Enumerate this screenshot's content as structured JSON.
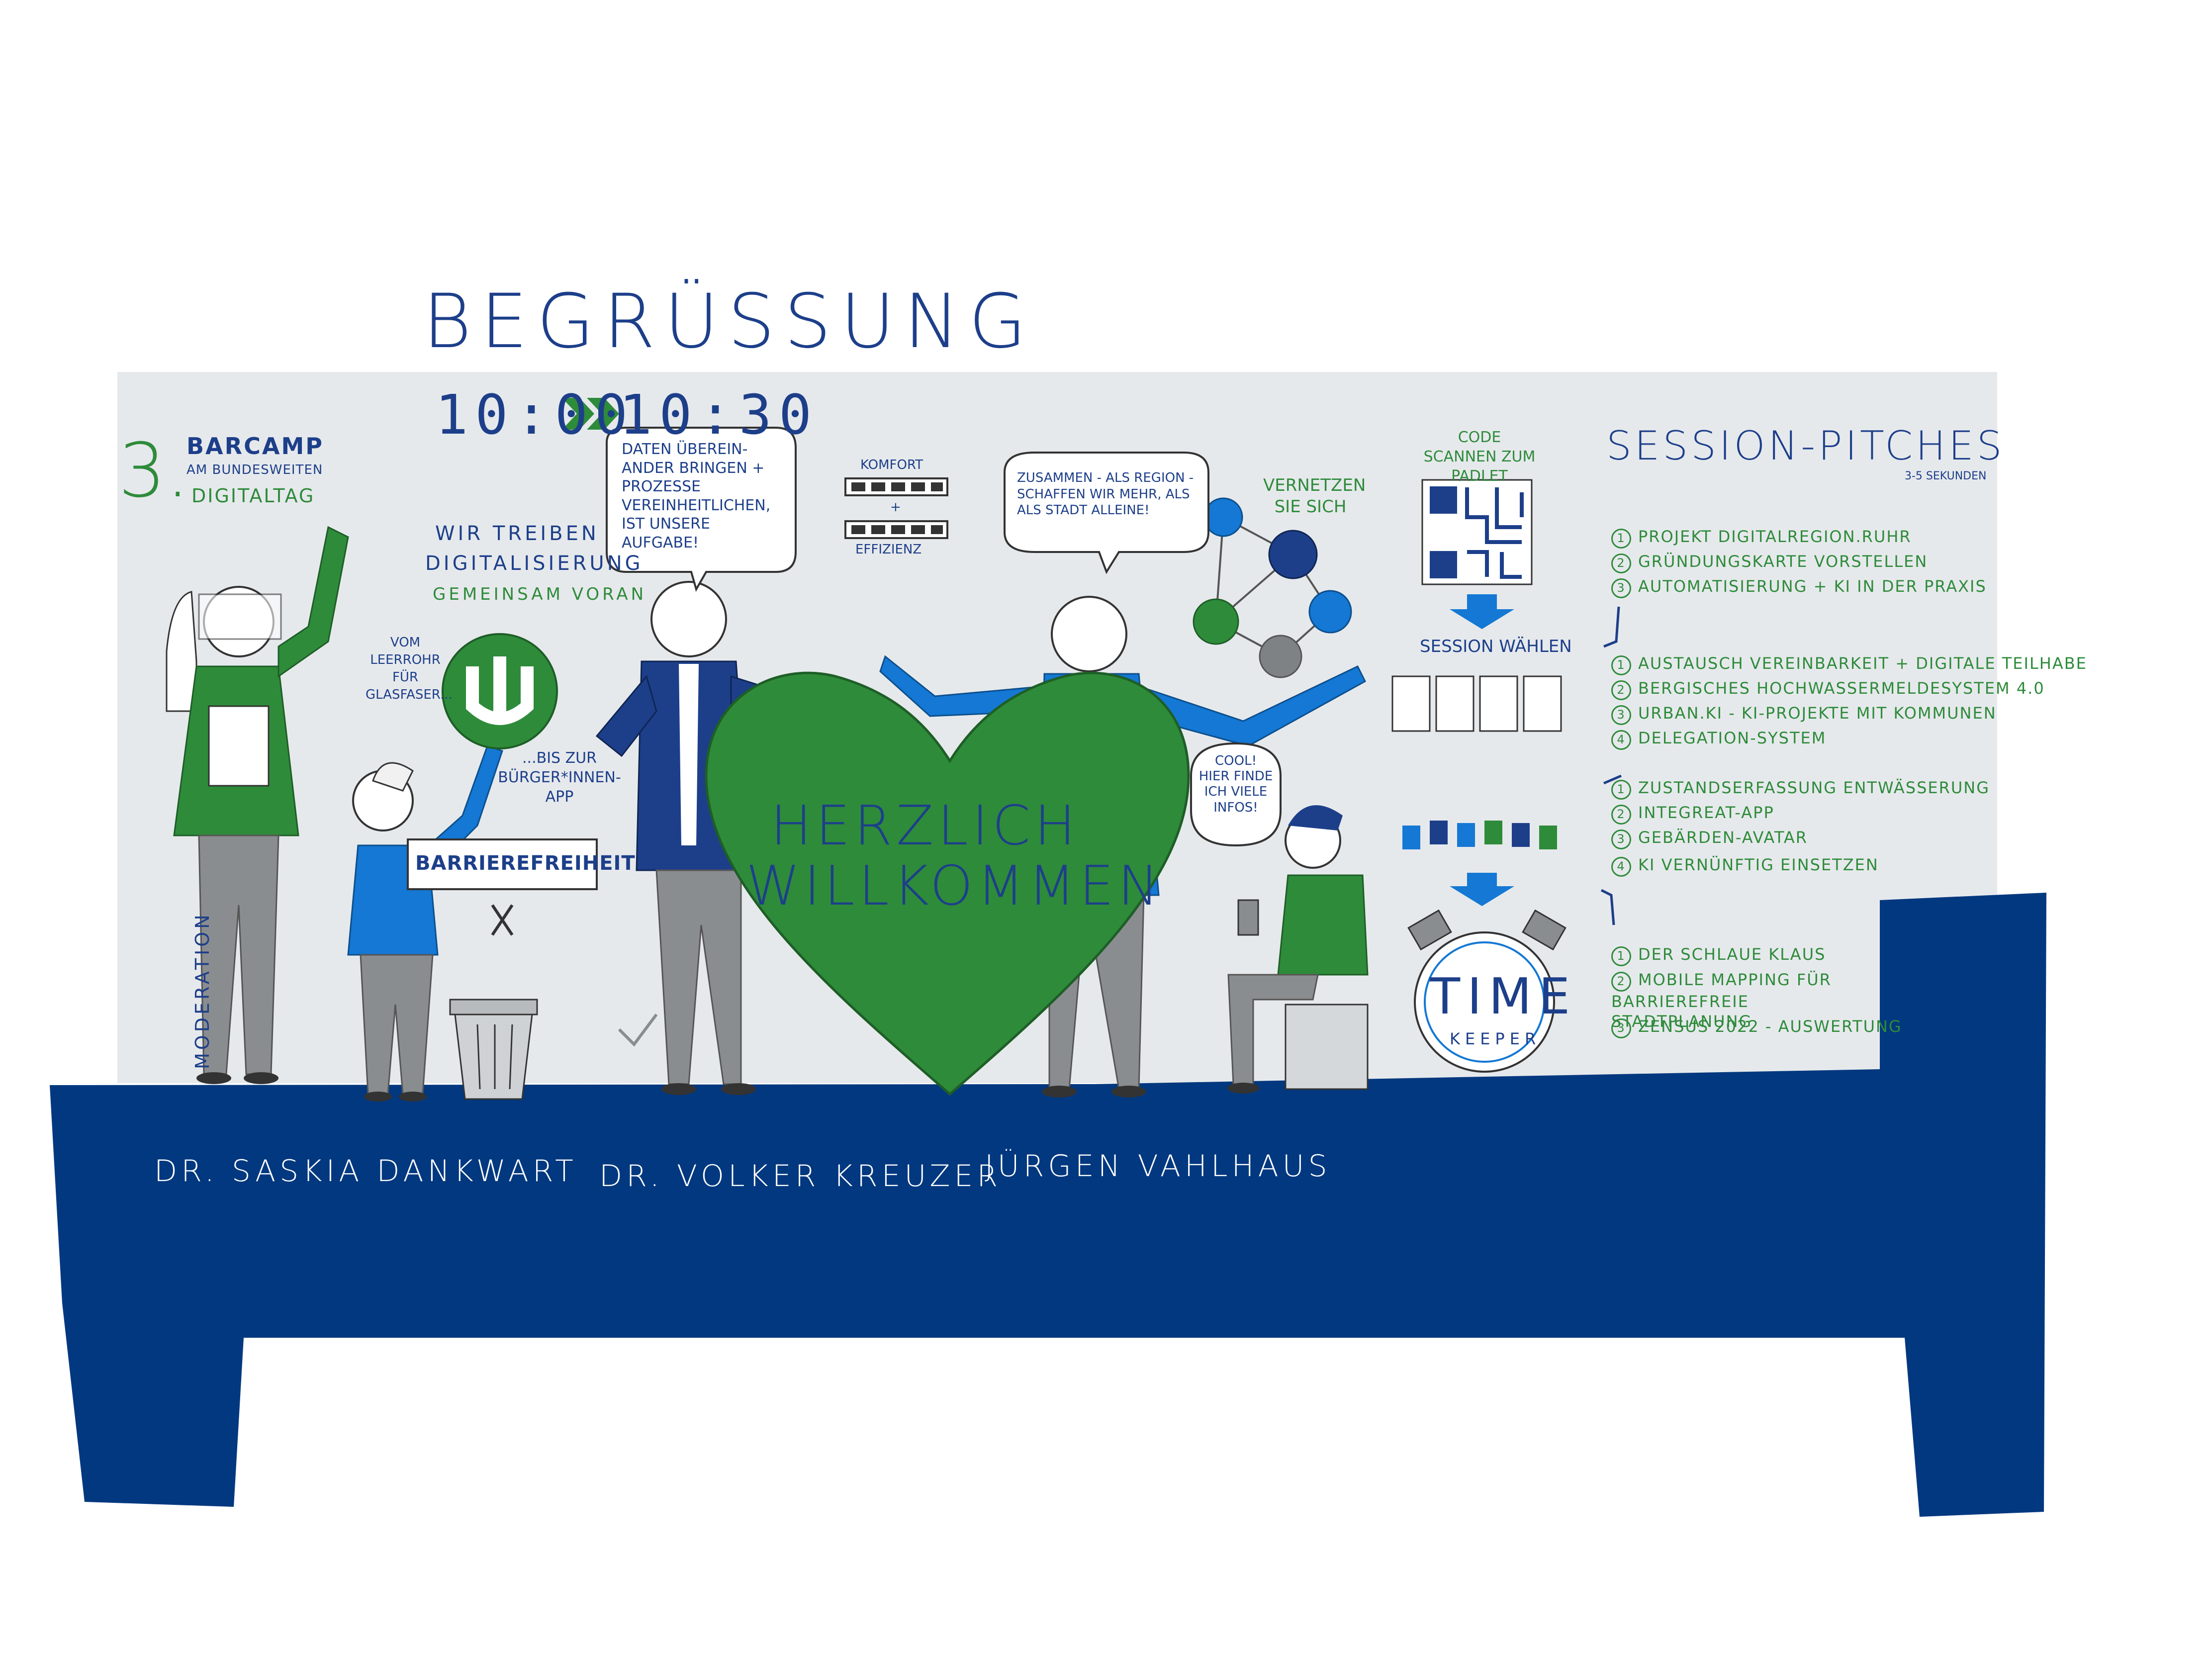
{
  "header": {
    "title": "BEGRÜSSUNG",
    "time_start": "10:00",
    "time_end": "10:30"
  },
  "event": {
    "number": "3.",
    "name": "BARCAMP",
    "line2": "AM BUNDESWEITEN",
    "line3": "DIGITALTAG"
  },
  "slogan": {
    "line1": "WIR TREIBEN",
    "line2": "DIGITALISIERUNG",
    "line3": "GEMEINSAM VORAN"
  },
  "notes": {
    "leerrohr": "VOM LEERROHR FÜR GLASFASER...",
    "buerger": "...BIS ZUR BÜRGER*INNEN-APP",
    "barrierefreiheit": "BARRIEREFREIHEIT",
    "moderation": "MODERATION",
    "bubble_daten": "DATEN ÜBEREIN-ANDER BRINGEN + PROZESSE VEREINHEITLICHEN, IST UNSERE AUFGABE!",
    "komfort": "KOMFORT",
    "plus": "+",
    "effizienz": "EFFIZIENZ",
    "bubble_region": "ZUSAMMEN - ALS REGION - SCHAFFEN WIR MEHR, ALS ALS STADT ALLEINE!",
    "vernetzen": "VERNETZEN SIE SICH",
    "heart": "HERZLICH WILLKOMMEN",
    "code_scan": "CODE SCANNEN ZUM PADLET",
    "session_waehlen": "SESSION WÄHLEN",
    "cool": "COOL! HIER FINDE ICH VIELE INFOS!",
    "timekeeper_word1": "TIME",
    "timekeeper_word2": "KEEPER"
  },
  "session_pitches": {
    "title": "SESSION-PITCHES",
    "subtitle": "3-5 SEKUNDEN",
    "group1": [
      "PROJEKT DIGITALREGION.RUHR",
      "GRÜNDUNGSKARTE VORSTELLEN",
      "AUTOMATISIERUNG + KI IN DER PRAXIS"
    ],
    "group2": [
      "AUSTAUSCH VEREINBARKEIT + DIGITALE TEILHABE",
      "BERGISCHES HOCHWASSERMELDESYSTEM 4.0",
      "URBAN.KI - KI-PROJEKTE MIT KOMMUNEN",
      "DELEGATION-SYSTEM"
    ],
    "group3": [
      "ZUSTANDSERFASSUNG ENTWÄSSERUNG",
      "INTEGREAT-APP",
      "GEBÄRDEN-AVATAR",
      "KI VERNÜNFTIG EINSETZEN"
    ],
    "group4": [
      "DER SCHLAUE KLAUS",
      "MOBILE MAPPING FÜR BARRIEREFREIE STADTPLANUNG",
      "ZENSUS 2022 - AUSWERTUNG"
    ]
  },
  "speakers": [
    "DR. SASKIA DANKWART",
    "DR. VOLKER KREUZER",
    "JÜRGEN VAHLHAUS"
  ],
  "colors": {
    "navy": "#02387f",
    "green": "#2e8b3a",
    "blue": "#1478d4",
    "panel": "#e6e9ec"
  }
}
